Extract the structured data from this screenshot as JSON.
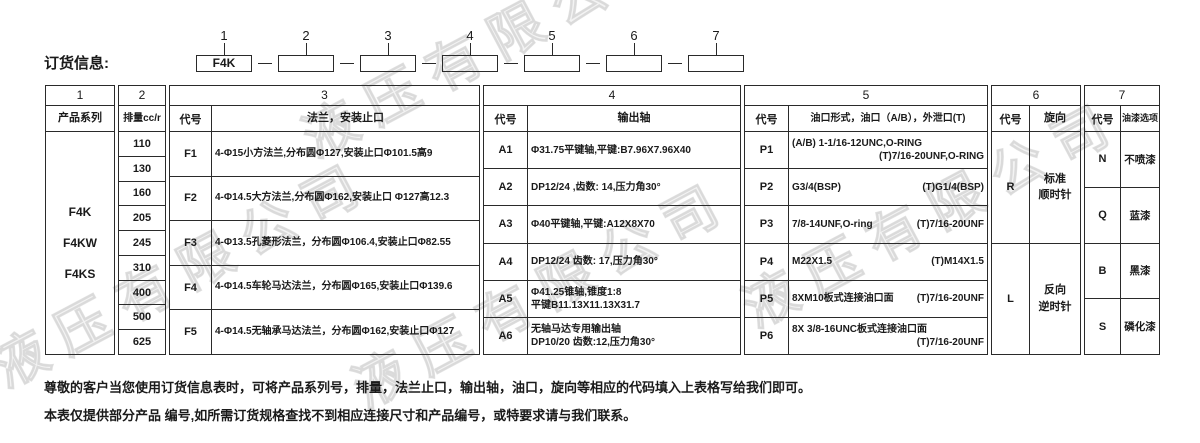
{
  "watermark": {
    "text": "液压有限公司"
  },
  "order_strip": {
    "label": "订货信息:",
    "slots": [
      {
        "num": "1",
        "value": "F4K"
      },
      {
        "num": "2",
        "value": ""
      },
      {
        "num": "3",
        "value": ""
      },
      {
        "num": "4",
        "value": ""
      },
      {
        "num": "5",
        "value": ""
      },
      {
        "num": "6",
        "value": ""
      },
      {
        "num": "7",
        "value": ""
      }
    ]
  },
  "table": {
    "series": {
      "num": "1",
      "title": "产品系列",
      "items": [
        "F4K",
        "F4KW",
        "F4KS"
      ]
    },
    "displacement": {
      "num": "2",
      "title": "排量cc/r",
      "values": [
        "110",
        "130",
        "160",
        "205",
        "245",
        "310",
        "400",
        "500",
        "625"
      ]
    },
    "flange": {
      "num": "3",
      "code_header": "代号",
      "title": "法兰，安装止口",
      "rows": [
        {
          "code": "F1",
          "desc": "4-Φ15小方法兰,分布圆Φ127,安装止口Φ101.5高9"
        },
        {
          "code": "F2",
          "desc": "4-Φ14.5大方法兰,分布圆Φ162,安装止口 Φ127高12.3"
        },
        {
          "code": "F3",
          "desc": "4-Φ13.5孔菱形法兰，分布圆Φ106.4,安装止口Φ82.55"
        },
        {
          "code": "F4",
          "desc": "4-Φ14.5车轮马达法兰，分布圆Φ165,安装止口Φ139.6"
        },
        {
          "code": "F5",
          "desc": "4-Φ14.5无轴承马达法兰，分布圆Φ162,安装止口Φ127"
        }
      ]
    },
    "shaft": {
      "num": "4",
      "code_header": "代号",
      "title": "输出轴",
      "rows": [
        {
          "code": "A1",
          "line1": "Φ31.75平键轴,平键:B7.96X7.96X40",
          "line2": ""
        },
        {
          "code": "A2",
          "line1": "DP12/24 ,齿数: 14,压力角30°",
          "line2": ""
        },
        {
          "code": "A3",
          "line1": "Φ40平键轴,平键:A12X8X70",
          "line2": ""
        },
        {
          "code": "A4",
          "line1": "DP12/24 齿数: 17,压力角30°",
          "line2": ""
        },
        {
          "code": "A5",
          "line1": "Φ41.25锥轴,锥度1:8",
          "line2": "平键B11.13X11.13X31.7"
        },
        {
          "code": "A6",
          "line1": "无轴马达专用输出轴",
          "line2": "DP10/20 齿数:12,压力角30°"
        }
      ]
    },
    "ports": {
      "num": "5",
      "code_header": "代号",
      "title": "油口形式，油口（A/B），外泄口(T)",
      "rows": [
        {
          "code": "P1",
          "main": "(A/B) 1-1/16-12UNC,O-RING",
          "t": "(T)7/16-20UNF,O-RING"
        },
        {
          "code": "P2",
          "main": "G3/4(BSP)",
          "t": "(T)G1/4(BSP)"
        },
        {
          "code": "P3",
          "main": "7/8-14UNF,O-ring",
          "t": "(T)7/16-20UNF"
        },
        {
          "code": "P4",
          "main": "M22X1.5",
          "t": "(T)M14X1.5"
        },
        {
          "code": "P5",
          "main": "8XM10板式连接油口面",
          "t": "(T)7/16-20UNF"
        },
        {
          "code": "P6",
          "main": "8X 3/8-16UNC板式连接油口面",
          "t": "(T)7/16-20UNF"
        }
      ]
    },
    "rotation": {
      "num": "6",
      "code_header": "代号",
      "title": "旋向",
      "rows": [
        {
          "code": "R",
          "label1": "标准",
          "label2": "顺时针"
        },
        {
          "code": "L",
          "label1": "反向",
          "label2": "逆时针"
        }
      ]
    },
    "paint": {
      "num": "7",
      "code_header": "代号",
      "title": "油漆选项",
      "rows": [
        {
          "code": "N",
          "label": "不喷漆"
        },
        {
          "code": "Q",
          "label": "蓝漆"
        },
        {
          "code": "B",
          "label": "黑漆"
        },
        {
          "code": "S",
          "label": "磷化漆"
        }
      ]
    }
  },
  "notes": [
    "尊敬的客户当您使用订货信息表时，可将产品系列号，排量，法兰止口，输出轴，油口，旋向等相应的代码填入上表格写给我们即可。",
    "本表仅提供部分产品 编号,如所需订货规格查找不到相应连接尺寸和产品编号，或特要求请与我们联系。"
  ]
}
